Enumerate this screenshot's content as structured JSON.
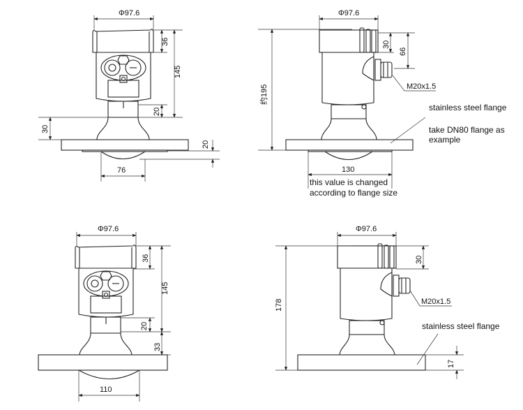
{
  "colors": {
    "line": "#222222",
    "background": "#ffffff"
  },
  "views": [
    {
      "name": "front-view-with-lens",
      "dims": {
        "diameter": "Φ97.6",
        "cap": "36",
        "housing": "145",
        "neck": "20",
        "horn": "30",
        "lens": "20",
        "lens_width": "76"
      }
    },
    {
      "name": "side-view-with-lens",
      "dims": {
        "diameter": "Φ97.6",
        "total": "约195",
        "cap": "30",
        "gland_offset": "66",
        "flange_width": "130"
      },
      "labels": {
        "gland": "M20x1.5",
        "material": "stainless steel flange",
        "example_line1": "take DN80 flange as",
        "example_line2": "example",
        "note_line1": "this value is changed",
        "note_line2": "according to flange size"
      }
    },
    {
      "name": "front-view-flat",
      "dims": {
        "diameter": "Φ97.6",
        "cap": "36",
        "housing": "145",
        "neck": "20",
        "horn": "33",
        "lens_width": "110"
      }
    },
    {
      "name": "side-view-flat",
      "dims": {
        "diameter": "Φ97.6",
        "total": "178",
        "cap": "30",
        "flange": "17"
      },
      "labels": {
        "gland": "M20x1.5",
        "material": "stainless steel flange"
      }
    }
  ]
}
